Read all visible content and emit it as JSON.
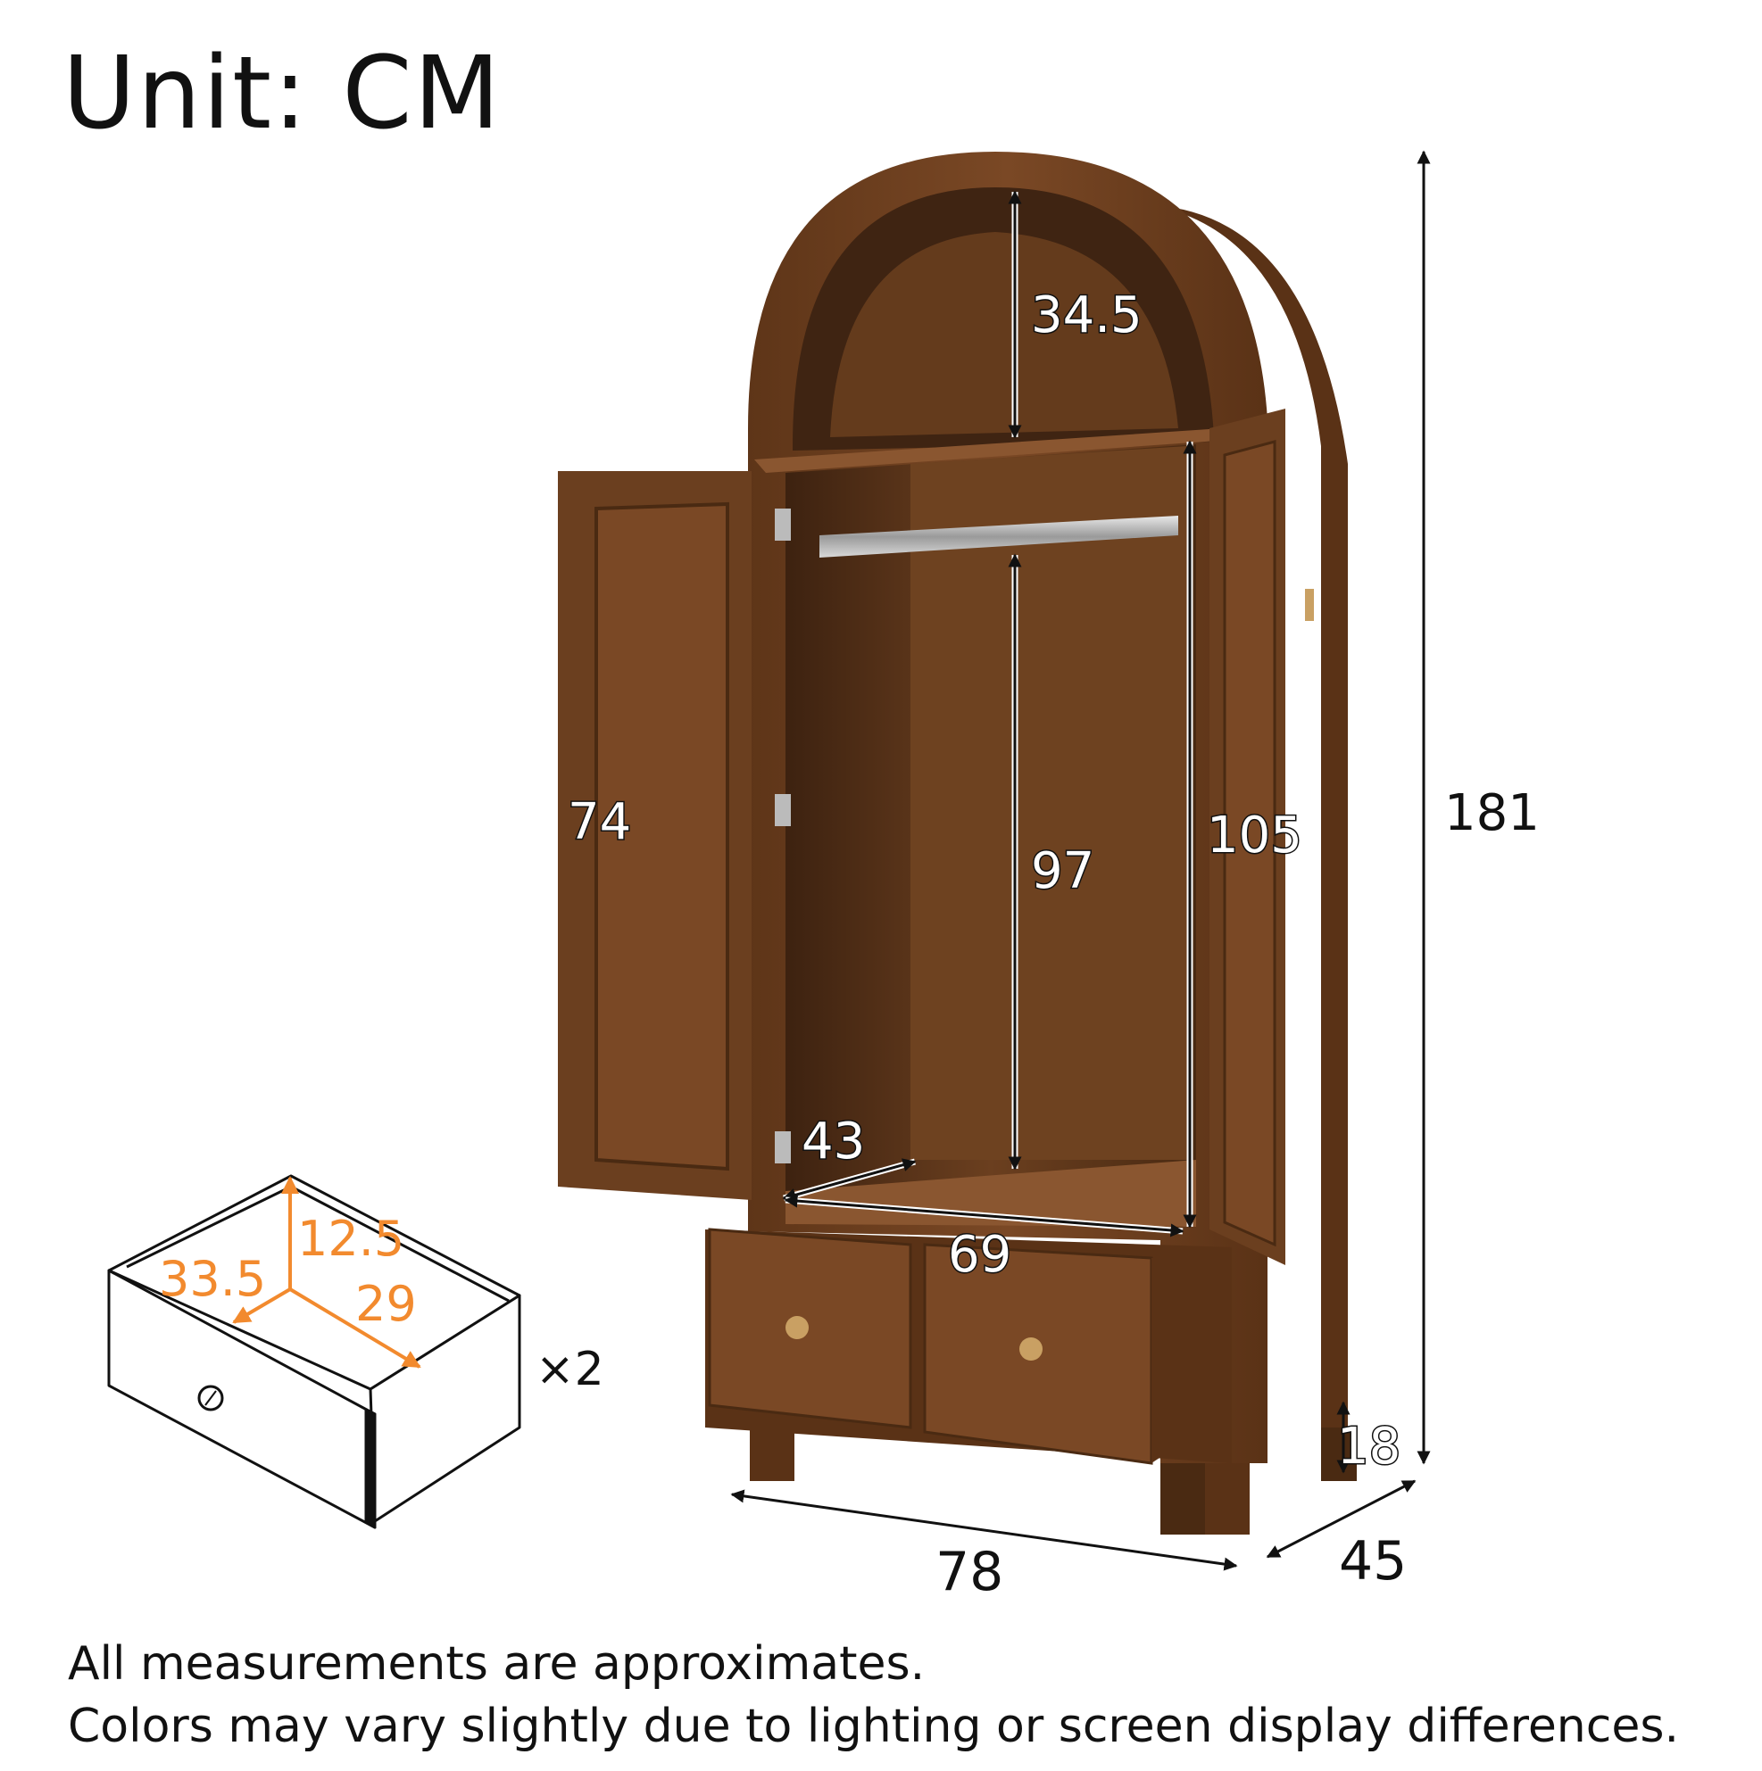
{
  "header": {
    "unit_label": "Unit: CM"
  },
  "cabinet": {
    "top_niche_height": "34.5",
    "door_panel_height": "74",
    "hanging_height": "97",
    "door_height": "105",
    "overall_height": "181",
    "inner_depth": "43",
    "inner_width": "69",
    "leg_height": "18",
    "overall_width": "78",
    "overall_depth": "45"
  },
  "drawer": {
    "height": "12.5",
    "depth": "33.5",
    "width": "29",
    "quantity": "×2"
  },
  "colors": {
    "wood": "#6b3f1f",
    "wood_dark": "#4a2a12",
    "wood_light": "#8a5630",
    "drawer_dimension": "#f28a2e",
    "line": "#111111"
  },
  "notes": {
    "line1": "All measurements are approximates.",
    "line2": "Colors may vary slightly due to lighting or screen display differences."
  }
}
